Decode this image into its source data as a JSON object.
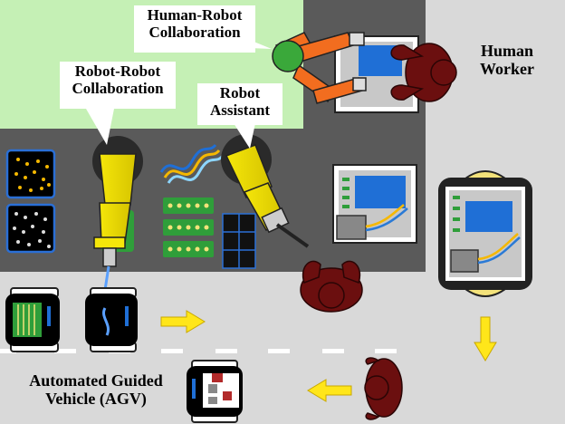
{
  "labels": {
    "human_robot": "Human-Robot Collaboration",
    "human_robot_l1": "Human-Robot",
    "human_robot_l2": "Collaboration",
    "robot_robot": "Robot-Robot Collaboration",
    "robot_robot_l1": "Robot-Robot",
    "robot_robot_l2": "Collaboration",
    "robot_assistant": "Robot Assistant",
    "robot_assistant_l1": "Robot",
    "robot_assistant_l2": "Assistant",
    "human_worker": "Human Worker",
    "human_worker_l1": "Human",
    "human_worker_l2": "Worker",
    "agv": "Automated Guided Vehicle (AGV)",
    "agv_l1": "Automated Guided",
    "agv_l2": "Vehicle (AGV)"
  },
  "colors": {
    "green_zone": "#c5f0b5",
    "floor": "#5a5a5a",
    "aisle": "#d9d9d9",
    "robot_yellow": "#f5e60a",
    "robot_orange": "#f26d1f",
    "human_red": "#6b0f0f",
    "monitor_blue": "#1f6fd6",
    "arrow_yellow": "#ffe61a"
  },
  "icons": [
    "robot-arm-icon",
    "human-worker-icon",
    "agv-icon",
    "workstation-icon",
    "cable-icon",
    "pcb-icon",
    "arrow-icon"
  ]
}
